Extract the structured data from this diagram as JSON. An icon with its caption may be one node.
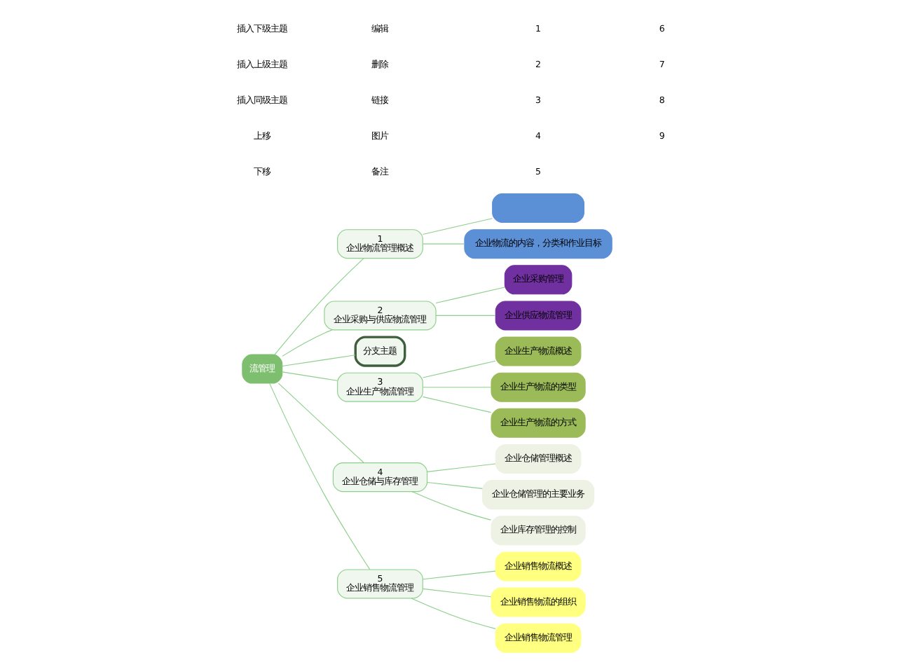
{
  "diagram": {
    "nodes": [
      {
        "text": [
          "流管理"
        ]
      },
      {
        "text": [
          "1",
          "企业物流管理概述"
        ]
      },
      {
        "text": [],
        "shape": "box"
      },
      {
        "text": [
          "企业物流的内容，分类和作业目标"
        ]
      },
      {
        "text": [
          "2",
          "企业采购与供应物流管理"
        ]
      },
      {
        "text": [
          "企业采购管理"
        ]
      },
      {
        "text": [
          "企业供应物流管理"
        ]
      },
      {
        "text": [
          "分支主题"
        ]
      },
      {
        "text": [
          "3",
          "企业生产物流管理"
        ]
      },
      {
        "text": [
          "企业生产物流概述"
        ]
      },
      {
        "text": [
          "企业生产物流的类型"
        ]
      },
      {
        "text": [
          "企业生产物流的方式"
        ]
      },
      {
        "text": [
          "4",
          "企业仓储与库存管理"
        ]
      },
      {
        "text": [
          "企业仓储管理概述"
        ]
      },
      {
        "text": [
          "企业仓储管理的主要业务"
        ]
      },
      {
        "text": [
          "企业库存管理的控制"
        ]
      },
      {
        "text": [
          "5",
          "企业销售物流管理"
        ]
      },
      {
        "text": [
          "企业销售物流概述"
        ]
      },
      {
        "text": [
          "企业销售物流的组织"
        ]
      },
      {
        "text": [
          "企业销售物流管理"
        ]
      }
    ],
    "edges": [
      {
        "from": 0,
        "to": 1,
        "arrow": "none"
      },
      {
        "from": 1,
        "to": 2,
        "arrow": "none"
      },
      {
        "from": 1,
        "to": 3,
        "arrow": "none"
      },
      {
        "from": 0,
        "to": 4,
        "arrow": "none"
      },
      {
        "from": 4,
        "to": 5,
        "arrow": "none"
      },
      {
        "from": 4,
        "to": 6,
        "arrow": "none"
      },
      {
        "from": 0,
        "to": 7,
        "arrow": "none"
      },
      {
        "from": 0,
        "to": 8,
        "arrow": "none"
      },
      {
        "from": 8,
        "to": 9,
        "arrow": "none"
      },
      {
        "from": 8,
        "to": 10,
        "arrow": "none"
      },
      {
        "from": 8,
        "to": 11,
        "arrow": "none"
      },
      {
        "from": 0,
        "to": 12,
        "arrow": "none"
      },
      {
        "from": 12,
        "to": 13,
        "arrow": "none"
      },
      {
        "from": 12,
        "to": 14,
        "arrow": "none"
      },
      {
        "from": 12,
        "to": 15,
        "arrow": "none"
      },
      {
        "from": 0,
        "to": 16,
        "arrow": "none"
      },
      {
        "from": 16,
        "to": 17,
        "arrow": "none"
      },
      {
        "from": 16,
        "to": 18,
        "arrow": "none"
      },
      {
        "from": 16,
        "to": 19,
        "arrow": "none"
      }
    ],
    "labels": [
      "插入下级主题",
      "插入上级主题",
      "插入同级主题",
      "上移",
      "下移",
      "编辑",
      "删除",
      "链接",
      "图片",
      "备注",
      "1",
      "2",
      "3",
      "4",
      "5",
      "6",
      "7",
      "8",
      "9"
    ]
  }
}
